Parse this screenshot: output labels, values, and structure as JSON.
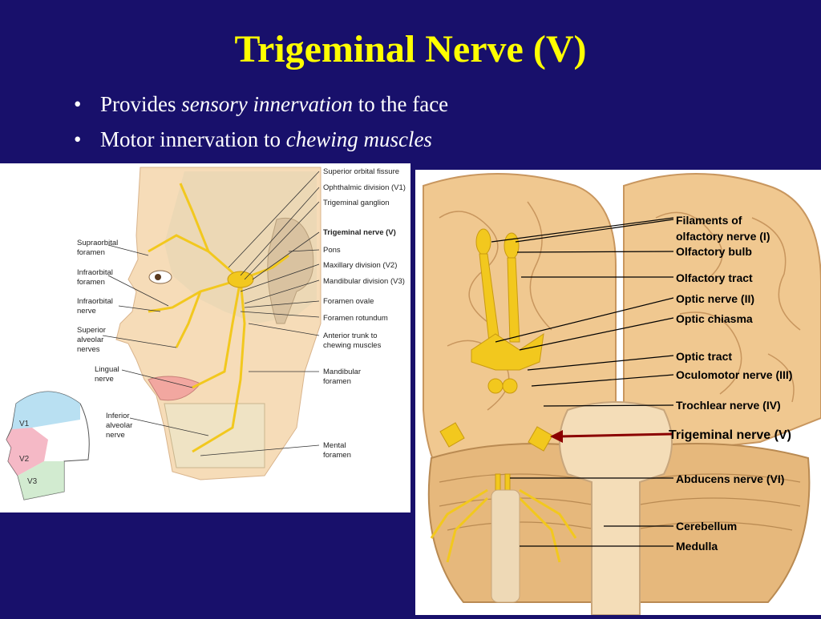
{
  "slide": {
    "title": "Trigeminal Nerve (V)",
    "bullets": [
      {
        "bullet": "•",
        "text_before": "Provides ",
        "emphasis": "sensory innervation",
        "text_after": " to the face"
      },
      {
        "bullet": "•",
        "text_before": "Motor innervation to ",
        "emphasis": "chewing muscles",
        "text_after": ""
      }
    ]
  },
  "face_diagram": {
    "labels_right": [
      "Superior orbital fissure",
      "Ophthalmic division (V1)",
      "Trigeminal  ganglion",
      "Trigeminal nerve (V)",
      "Pons",
      "Maxillary division (V2)",
      "Mandibular division (V3)",
      "Foramen ovale",
      "Foramen rotundum",
      "Anterior trunk to",
      "chewing muscles",
      "Mandibular",
      "foramen",
      "Mental",
      "foramen"
    ],
    "labels_left": [
      "Supraorbital",
      "foramen",
      "Infraorbital",
      "foramen",
      "Infraorbital",
      "nerve",
      "Superior",
      "alveolar",
      "nerves",
      "Lingual",
      "nerve",
      "Inferior",
      "alveolar",
      "nerve"
    ],
    "inset_labels": [
      "V1",
      "V2",
      "V3"
    ]
  },
  "brain_diagram": {
    "labels": [
      "Filaments of",
      "olfactory nerve (I)",
      "Olfactory bulb",
      "Olfactory tract",
      "Optic nerve (II)",
      "Optic chiasma",
      "Optic tract",
      "Oculomotor nerve (III)",
      "Trochlear nerve (IV)",
      "Trigeminal nerve (V)",
      "Abducens nerve (VI)",
      "Cerebellum",
      "Medulla"
    ]
  },
  "colors": {
    "background": "#18106b",
    "title": "#ffff00",
    "bullet_text": "#ffffff",
    "nerve": "#f2c81e",
    "arrow": "#8b0000"
  }
}
